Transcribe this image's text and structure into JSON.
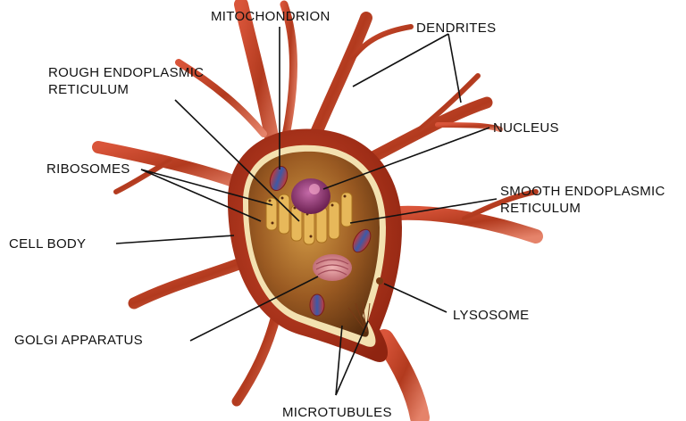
{
  "labels": {
    "mitochondrion": "MITOCHONDRION",
    "dendrites": "DENDRITES",
    "rough_er_line1": "ROUGH ENDOPLASMIC",
    "rough_er_line2": "RETICULUM",
    "nucleus": "NUCLEUS",
    "ribosomes": "RIBOSOMES",
    "smooth_er_line1": "SMOOTH ENDOPLASMIC",
    "smooth_er_line2": "RETICULUM",
    "cell_body": "CELL BODY",
    "lysosome": "LYSOSOME",
    "golgi_apparatus": "GOLGI APPARATUS",
    "microtubules": "MICROTUBULES"
  },
  "colors": {
    "dendrite_dark": "#9e2a14",
    "dendrite_light": "#e8846a",
    "membrane_outer": "#b6361c",
    "membrane_rim": "#f3e1b0",
    "cytoplasm_dark": "#6b3a12",
    "cytoplasm_mid": "#c98a33",
    "nucleus": "#8a2d6a",
    "golgi": "#d78e92",
    "mito_blue": "#3c5aa8",
    "mito_red": "#c23a3a",
    "leader_line": "#111111"
  }
}
